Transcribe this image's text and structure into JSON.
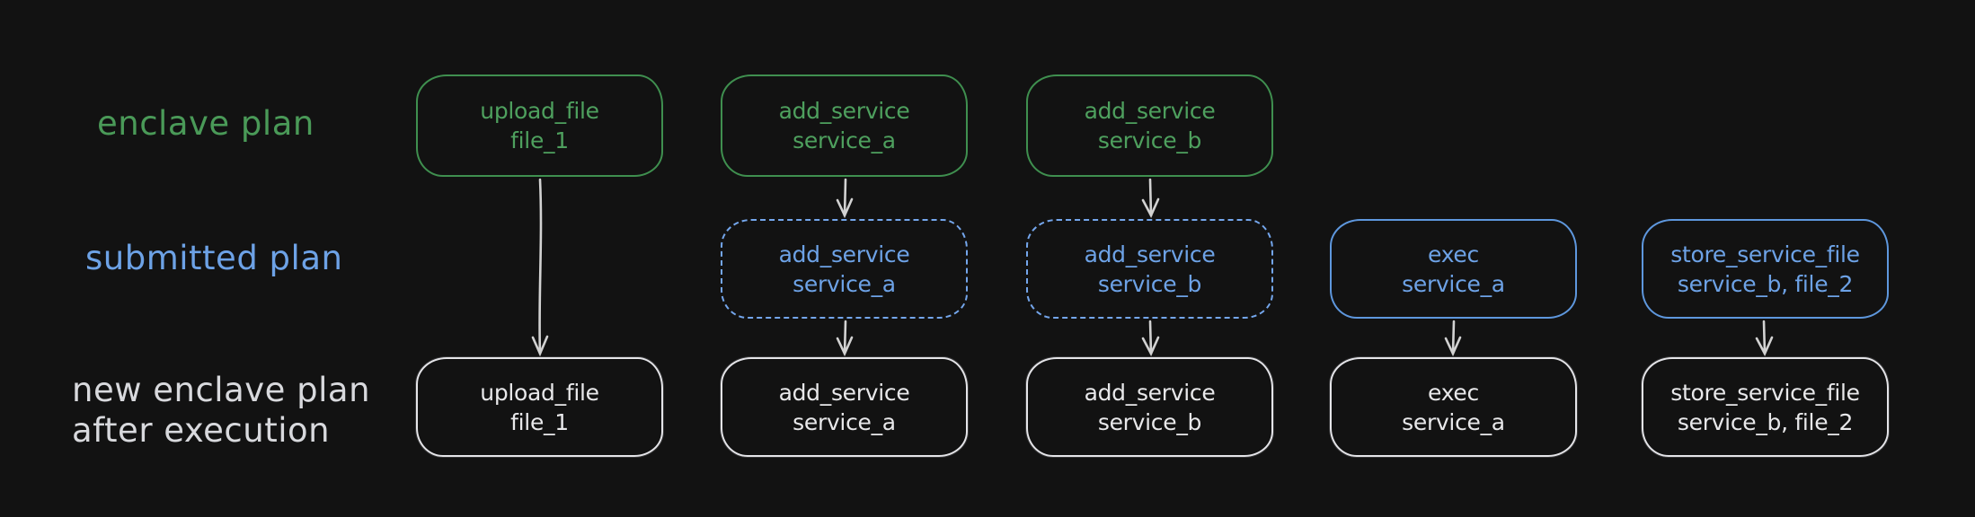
{
  "diagram": {
    "background": "#121212",
    "colors": {
      "enclave_plan_green": "#4a9a58",
      "submitted_plan_blue": "#6da2e6",
      "new_plan_white": "#e8e8ea",
      "arrow_gray": "#d2d2d2"
    },
    "rows": {
      "enclave_plan": {
        "label": "enclave plan",
        "boxes": [
          {
            "line1": "upload_file",
            "line2": "file_1"
          },
          {
            "line1": "add_service",
            "line2": "service_a"
          },
          {
            "line1": "add_service",
            "line2": "service_b"
          }
        ]
      },
      "submitted_plan": {
        "label": "submitted plan",
        "boxes": [
          {
            "line1": "add_service",
            "line2": "service_a",
            "style": "dashed"
          },
          {
            "line1": "add_service",
            "line2": "service_b",
            "style": "dashed"
          },
          {
            "line1": "exec",
            "line2": "service_a",
            "style": "solid"
          },
          {
            "line1": "store_service_file",
            "line2": "service_b, file_2",
            "style": "solid"
          }
        ]
      },
      "new_enclave_plan": {
        "label_line1": "new enclave plan",
        "label_line2": "after execution",
        "boxes": [
          {
            "line1": "upload_file",
            "line2": "file_1"
          },
          {
            "line1": "add_service",
            "line2": "service_a"
          },
          {
            "line1": "add_service",
            "line2": "service_b"
          },
          {
            "line1": "exec",
            "line2": "service_a"
          },
          {
            "line1": "store_service_file",
            "line2": "service_b, file_2"
          }
        ]
      }
    }
  }
}
